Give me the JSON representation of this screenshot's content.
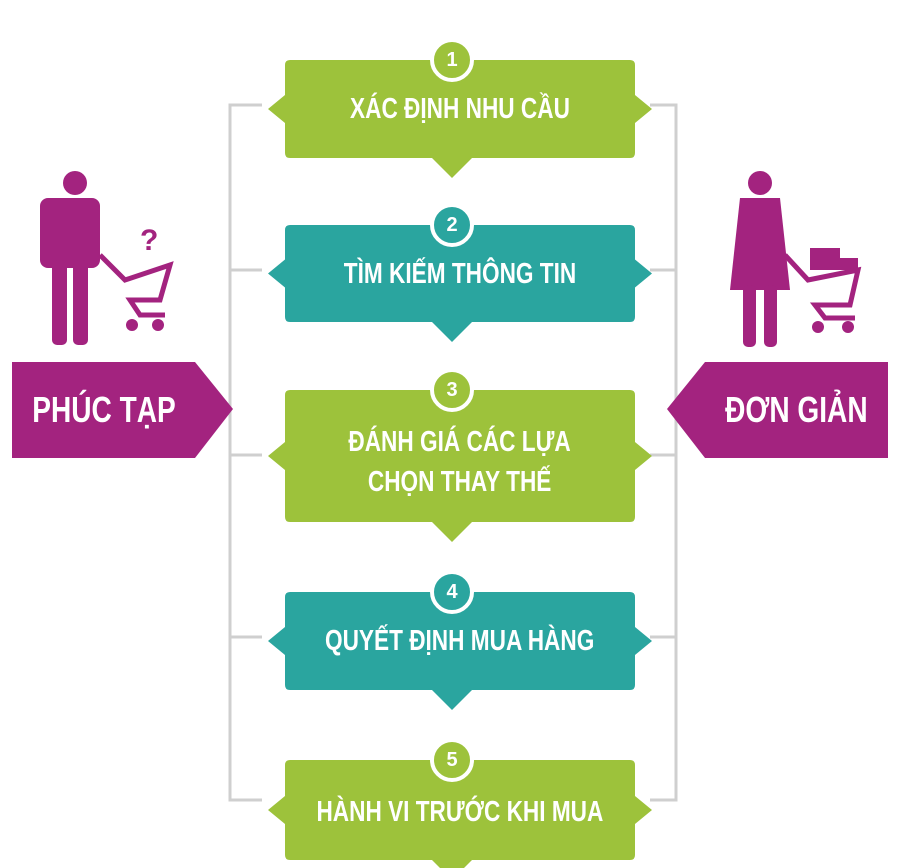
{
  "colors": {
    "green": "#9dc23b",
    "teal": "#2aa59f",
    "purple": "#a3237f",
    "line": "#cfcfcf"
  },
  "left": {
    "label": "PHÚC TẠP",
    "icon": "man-with-cart-question-icon"
  },
  "right": {
    "label": "ĐƠN GIẢN",
    "icon": "woman-with-full-cart-icon"
  },
  "steps": [
    {
      "number": "1",
      "label": "XÁC ĐỊNH NHU CẦU",
      "color": "green"
    },
    {
      "number": "2",
      "label": "TÌM KIẾM THÔNG TIN",
      "color": "teal"
    },
    {
      "number": "3",
      "label_line1": "ĐÁNH GIÁ CÁC LỰA",
      "label_line2": "CHỌN THAY THẾ",
      "color": "green"
    },
    {
      "number": "4",
      "label": "QUYẾT ĐỊNH MUA HÀNG",
      "color": "teal"
    },
    {
      "number": "5",
      "label": "HÀNH VI TRƯỚC KHI MUA",
      "color": "green"
    }
  ]
}
